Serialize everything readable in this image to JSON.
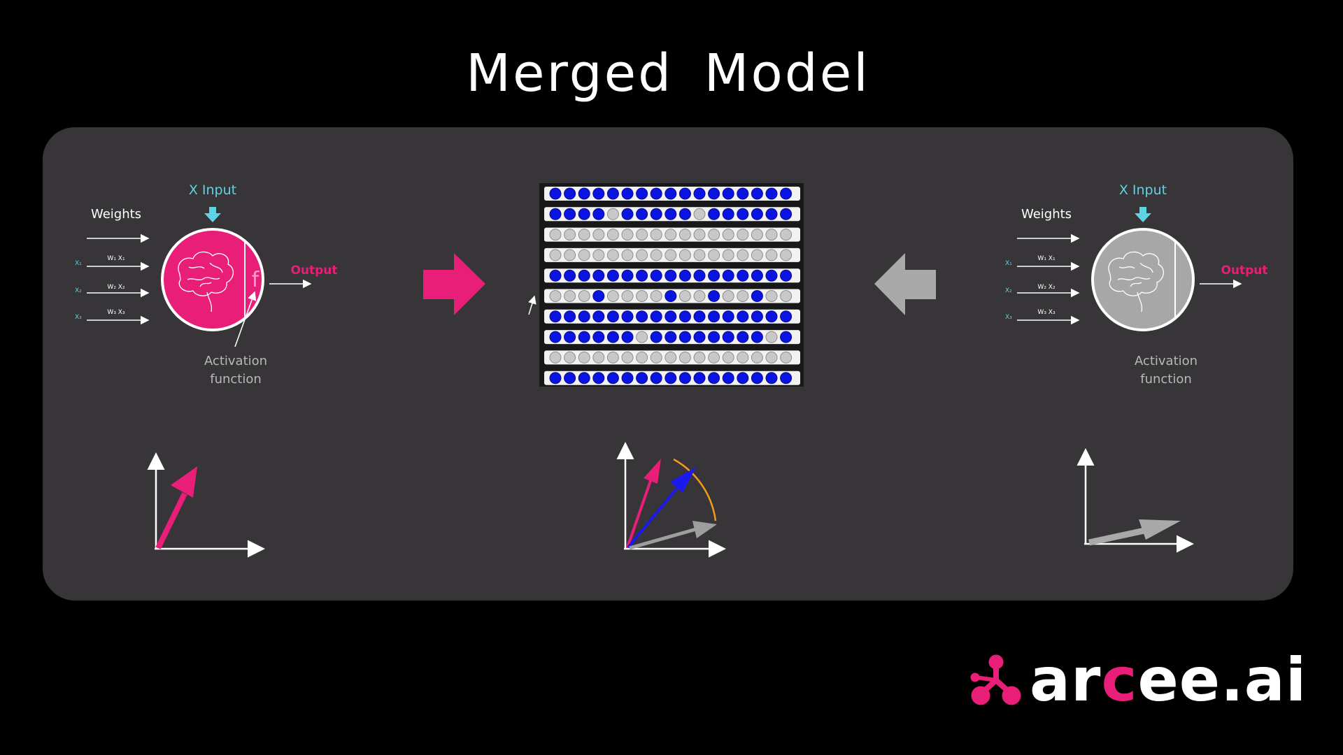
{
  "title": "Merged  Model",
  "left_neuron": {
    "input_label": "X Input",
    "weights_label": "Weights",
    "input_terms": [
      "X₁",
      "X₂",
      "X₃"
    ],
    "weighted_terms": [
      "W₁ X₁",
      "W₂ X₂",
      "W₃ X₃"
    ],
    "function_symbol": "f",
    "output_label": "Output",
    "activation_line1": "Activation",
    "activation_line2": "function",
    "fill_color": "#e91e78"
  },
  "right_neuron": {
    "input_label": "X Input",
    "weights_label": "Weights",
    "input_terms": [
      "X₁",
      "X₂",
      "X₃"
    ],
    "weighted_terms": [
      "W₁ X₁",
      "W₂ X₂",
      "W₃ X₃"
    ],
    "output_label": "Output",
    "activation_line1": "Activation",
    "activation_line2": "function",
    "fill_color": "#a7a7a7"
  },
  "merge_grid": {
    "columns": 17,
    "rows": [
      "BBBBBBBBBBBBBBBBB",
      "BBBBGBBBBBGBBBBBB",
      "GGGGGGGGGGGGGGGGG",
      "GGGGGGGGGGGGGGGGG",
      "BBBBBBBBBBBBBBBBB",
      "GGGBGGGGBGGBGGBGG",
      "BBBBBBBBBBBBBBBBB",
      "BBBBBBGBBBBBBBBGB",
      "GGGGGGGGGGGGGGGGG",
      "BBBBBBBBBBBBBBBBB"
    ],
    "blue_color": "#0a14e0",
    "grey_color": "#c8c8c8"
  },
  "arrows": {
    "left_color": "#e91e78",
    "right_color": "#a9a9a9"
  },
  "colors": {
    "background": "#000000",
    "panel": "#373538",
    "accent_pink": "#e91e78",
    "cyan": "#5ed3e6",
    "blue_vector": "#1a1aee",
    "orange_arc": "#f39a1e",
    "grey_vector": "#9e9e9e"
  },
  "logo": {
    "text_prefix": "ar",
    "text_accent": "c",
    "text_suffix": "ee.ai"
  }
}
